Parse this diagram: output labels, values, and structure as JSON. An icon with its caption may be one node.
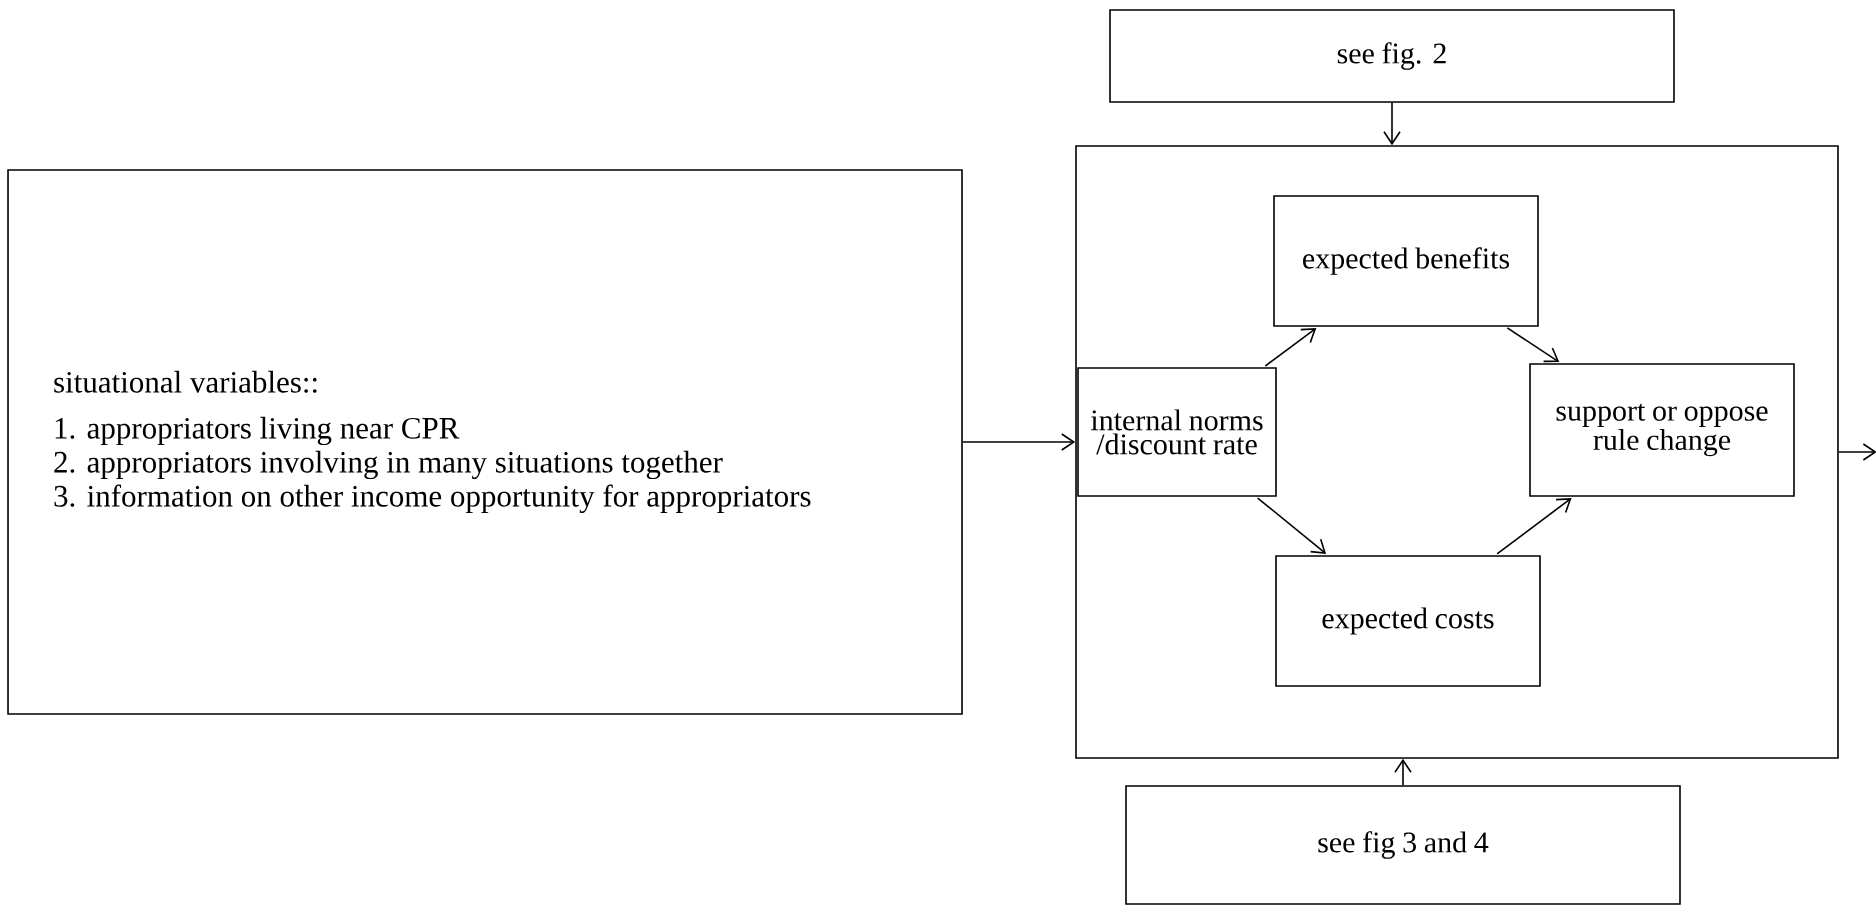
{
  "diagram": {
    "nodes": [
      {
        "text": [
          "situational variables::",
          "1. appropriators living near CPR",
          "2. appropriators involving in many situations together",
          "3. information on other income opportunity for appropriators"
        ]
      },
      {
        "text": [
          "see fig. 2"
        ]
      },
      {
        "text": [],
        "shape": "box"
      },
      {
        "text": [
          "internal norms /discount rate"
        ],
        "in": 2
      },
      {
        "text": [
          "expected benefits"
        ],
        "in": 2
      },
      {
        "text": [
          "support or oppose rule change"
        ],
        "in": 2
      },
      {
        "text": [
          "expected costs"
        ],
        "in": 2
      },
      {
        "text": [
          "see fig 3 and 4"
        ]
      }
    ],
    "edges": [
      {
        "from": 0,
        "to": 2,
        "arrow": "to"
      },
      {
        "from": 1,
        "to": 2,
        "arrow": "to"
      },
      {
        "from": 7,
        "to": 2,
        "arrow": "to"
      },
      {
        "from": 3,
        "to": 4,
        "arrow": "to"
      },
      {
        "from": 3,
        "to": 6,
        "arrow": "to"
      },
      {
        "from": 4,
        "to": 5,
        "arrow": "to"
      },
      {
        "from": 6,
        "to": 5,
        "arrow": "to"
      },
      {
        "from": 2,
        "to": null,
        "arrow": "to"
      }
    ]
  }
}
